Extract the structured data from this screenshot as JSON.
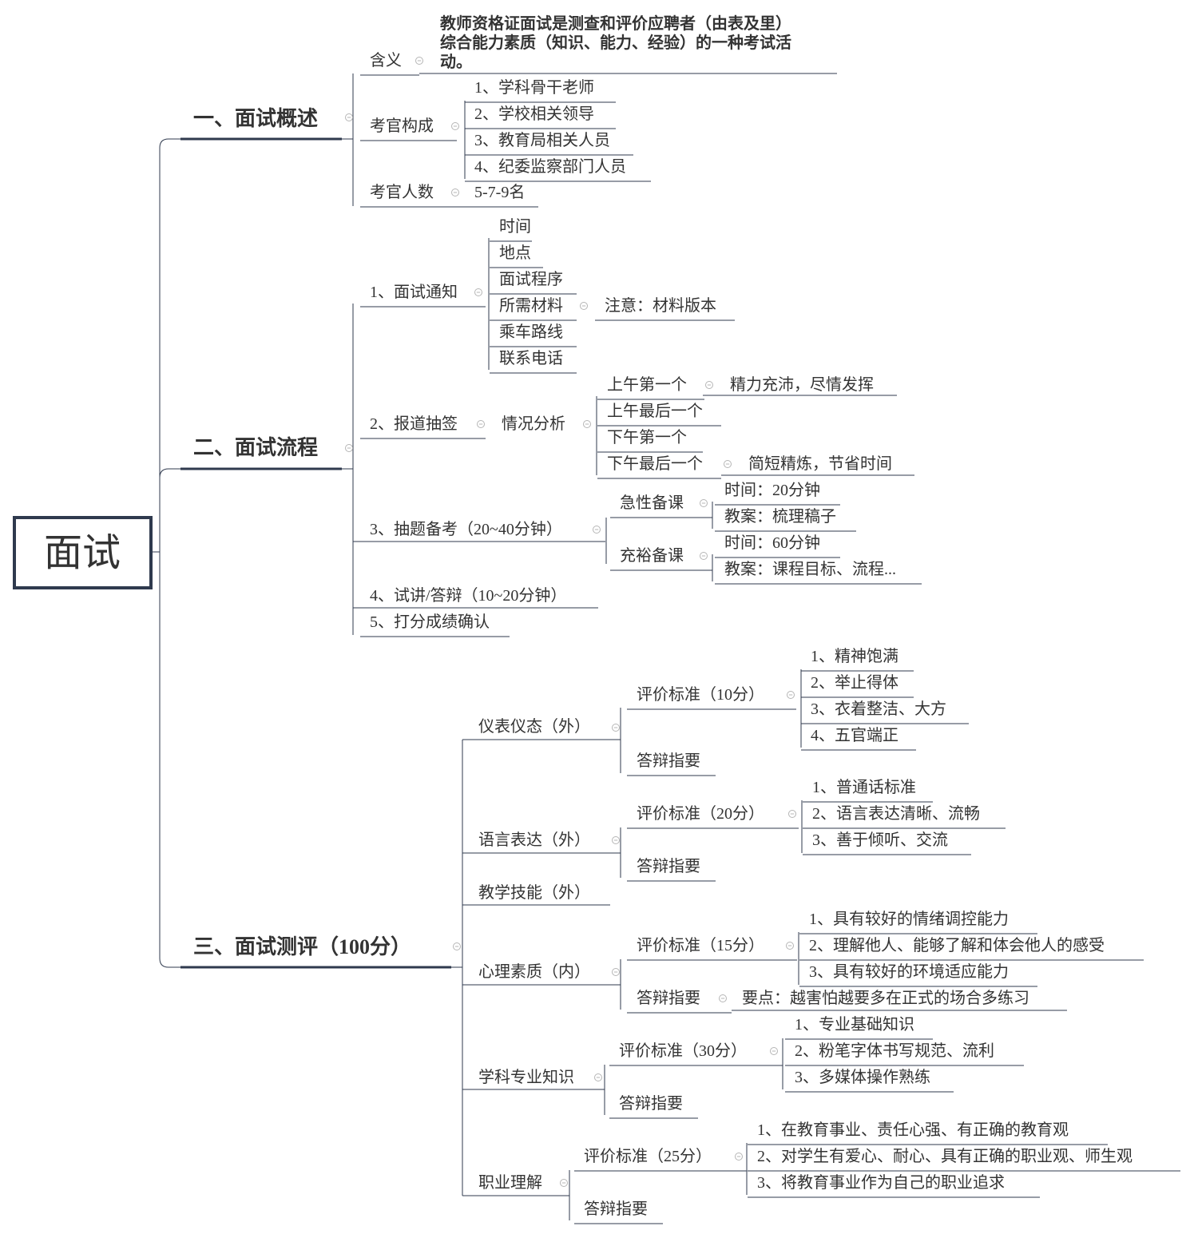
{
  "root": "面试",
  "colors": {
    "line": "#2f3a4e",
    "text": "#333333",
    "red": "#e8202a",
    "orange": "#ee7b22",
    "collapse": "#b5b5b5"
  },
  "icons": {
    "collapse": "minus-circle-icon"
  },
  "topics": {
    "overview": {
      "title": "一、面试概述",
      "meaning_label": "含义",
      "meaning_text": [
        "教师资格证面试是测查和评价应聘者（由表及里）",
        "综合能力素质（知识、能力、经验）的一种考试活",
        "动。"
      ],
      "examiners_label": "考官构成",
      "examiners": [
        "1、学科骨干老师",
        "2、学校相关领导",
        "3、教育局相关人员",
        "4、纪委监察部门人员"
      ],
      "count_label": "考官人数",
      "count_value": "5-7-9名"
    },
    "process": {
      "title": "二、面试流程",
      "notice_label": "1、面试通知",
      "notice_items": [
        "时间",
        "地点",
        "面试程序",
        "所需材料",
        "乘车路线",
        "联系电话"
      ],
      "material_note": "注意：材料版本",
      "checkin_label": "2、报道抽签",
      "analysis_label": "情况分析",
      "slots": [
        "上午第一个",
        "上午最后一个",
        "下午第一个",
        "下午最后一个"
      ],
      "slot_first_note": "精力充沛，尽情发挥",
      "slot_last_note": "简短精炼，节省时间",
      "prep_label": "3、抽题备考（20~40分钟）",
      "urgent_label": "急性备课",
      "urgent_items": [
        "时间：20分钟",
        "教案：梳理稿子"
      ],
      "ample_label": "充裕备课",
      "ample_items": [
        "时间：60分钟",
        "教案：课程目标、流程..."
      ],
      "lecture_label": "4、试讲/答辩（10~20分钟）",
      "score_label": "5、打分成绩确认"
    },
    "evaluation": {
      "title": "三、面试测评（100分）",
      "appearance": {
        "label": "仪表仪态（外）",
        "criteria_label": "评价标准（10分）",
        "criteria": [
          "1、精神饱满",
          "2、举止得体",
          "3、衣着整洁、大方",
          "4、五官端正"
        ],
        "answer_label": "答辩指要"
      },
      "language": {
        "label": "语言表达（外）",
        "criteria_label": "评价标准（20分）",
        "criteria": [
          "1、普通话标准",
          "2、语言表达清晰、流畅",
          "3、善于倾听、交流"
        ],
        "answer_label": "答辩指要"
      },
      "teaching": {
        "label": "教学技能（外）"
      },
      "psychology": {
        "label": "心理素质（内）",
        "criteria_label": "评价标准（15分）",
        "criteria": [
          "1、具有较好的情绪调控能力",
          "2、理解他人、能够了解和体会他人的感受",
          "3、具有较好的环境适应能力"
        ],
        "answer_label": "答辩指要",
        "answer_note": "要点：越害怕越要多在正式的场合多练习"
      },
      "subject": {
        "label": "学科专业知识",
        "criteria_label": "评价标准（30分）",
        "criteria": [
          "1、专业基础知识",
          "2、粉笔字体书写规范、流利",
          "3、多媒体操作熟练"
        ],
        "answer_label": "答辩指要"
      },
      "career": {
        "label": "职业理解",
        "criteria_label": "评价标准（25分）",
        "criteria": [
          "1、在教育事业、责任心强、有正确的教育观",
          "2、对学生有爱心、耐心、具有正确的职业观、师生观",
          "3、将教育事业作为自己的职业追求"
        ],
        "answer_label": "答辩指要"
      }
    }
  }
}
